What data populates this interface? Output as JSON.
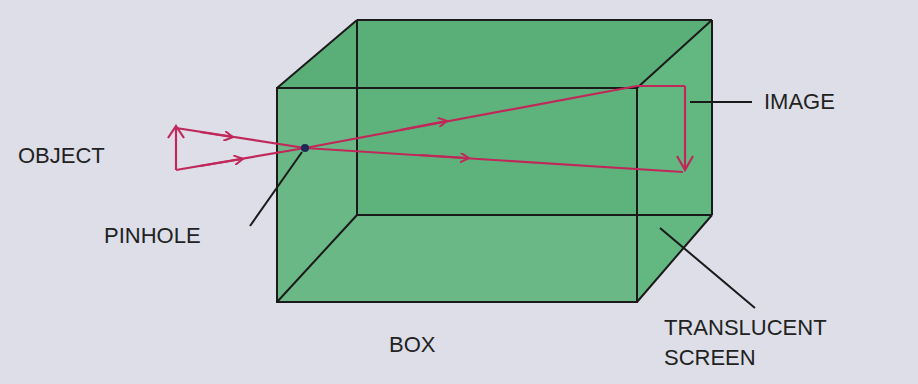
{
  "diagram": {
    "labels": [
      "OBJECT",
      "PINHOLE",
      "IMAGE",
      "TRANSLUCENT SCREEN",
      "BOX"
    ]
  }
}
